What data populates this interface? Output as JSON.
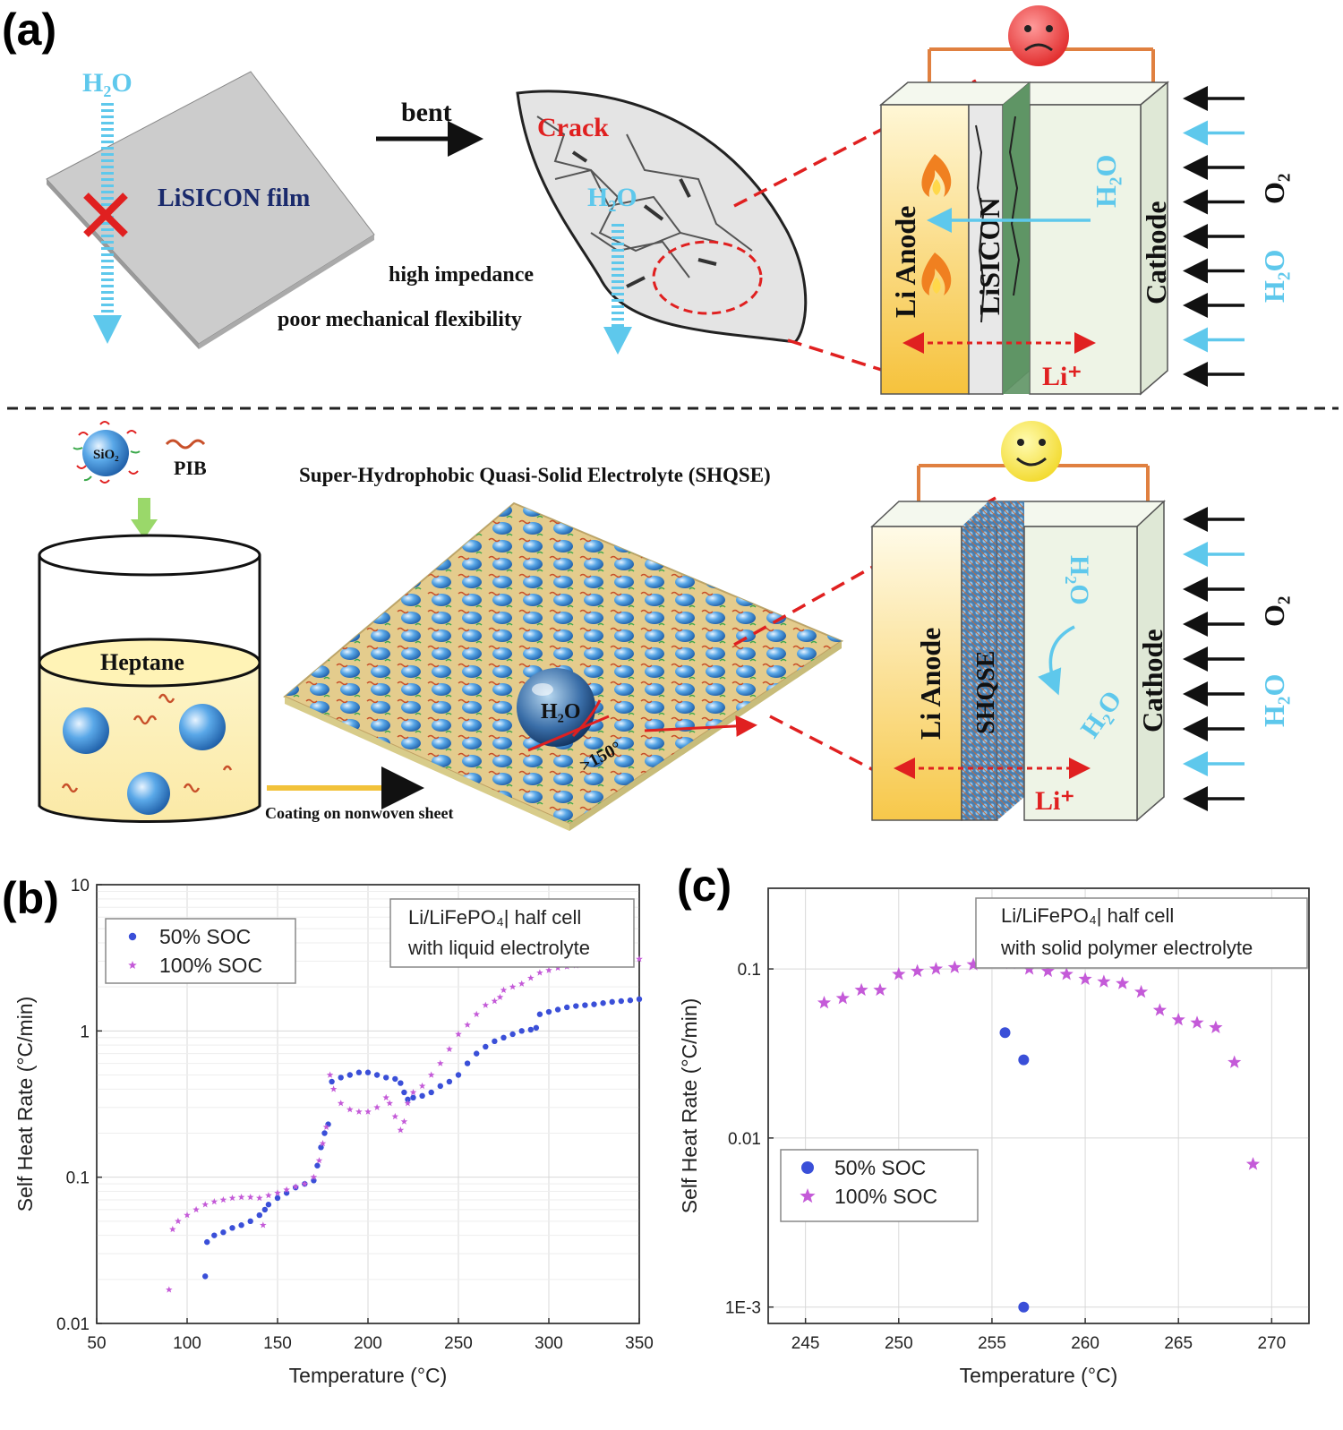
{
  "panel_a": {
    "label": "(a)",
    "top": {
      "film_label": "LiSICON film",
      "bent": "bent",
      "crack": "Crack",
      "h2o": "H₂O",
      "high_impedance": "high impedance",
      "poor_flex": "poor mechanical flexibility",
      "li_anode": "Li Anode",
      "lisicon": "LiSICON",
      "cathode": "Cathode",
      "h2o_cell": "H₂O",
      "li_plus": "Li⁺",
      "o2": "O₂",
      "h2o_side": "H₂O"
    },
    "bottom": {
      "sio2": "SiO₂",
      "pib": "PIB",
      "heptane": "Heptane",
      "title": "Super-Hydrophobic Quasi-Solid Electrolyte (SHQSE)",
      "h2o_drop": "H₂O",
      "angle": ">150°",
      "coating": "Coating on nonwoven sheet",
      "li_anode": "Li Anode",
      "shqse": "SHQSE",
      "cathode": "Cathode",
      "h2o_in": "H₂O",
      "h2o_out": "H₂O",
      "li_plus": "Li⁺",
      "o2": "O₂",
      "h2o_side": "H₂O"
    }
  },
  "panel_b": {
    "label": "(b)",
    "annotation": [
      "Li/LiFePO₄| half cell",
      "with liquid electrolyte"
    ]
  },
  "panel_c": {
    "label": "(c)",
    "annotation": [
      "Li/LiFePO₄| half cell",
      "with solid polymer electrolyte"
    ]
  },
  "colors": {
    "blue_series": "#3a4fd8",
    "purple_series": "#c45ad8",
    "h2o_cyan": "#5ec8ec",
    "red": "#e02020",
    "wire": "#e08040"
  },
  "chart_data": [
    {
      "type": "scatter",
      "panel": "b",
      "xlabel": "Temperature (°C)",
      "ylabel": "Self Heat Rate (°C/min)",
      "xlim": [
        50,
        350
      ],
      "ylim": [
        0.01,
        10
      ],
      "yscale": "log",
      "x_ticks": [
        50,
        100,
        150,
        200,
        250,
        300,
        350
      ],
      "y_ticks": [
        {
          "v": 0.01,
          "label": "0.01"
        },
        {
          "v": 0.1,
          "label": "0.1"
        },
        {
          "v": 1,
          "label": "1"
        },
        {
          "v": 10,
          "label": "10"
        }
      ],
      "grid": true,
      "legend": "top-left",
      "series": [
        {
          "name": "50% SOC",
          "color": "#3a4fd8",
          "marker": "circle",
          "points": [
            [
              110,
              0.021
            ],
            [
              111,
              0.036
            ],
            [
              115,
              0.04
            ],
            [
              120,
              0.042
            ],
            [
              125,
              0.045
            ],
            [
              130,
              0.047
            ],
            [
              135,
              0.05
            ],
            [
              140,
              0.055
            ],
            [
              143,
              0.06
            ],
            [
              145,
              0.065
            ],
            [
              150,
              0.072
            ],
            [
              155,
              0.078
            ],
            [
              160,
              0.085
            ],
            [
              165,
              0.09
            ],
            [
              170,
              0.095
            ],
            [
              172,
              0.12
            ],
            [
              174,
              0.16
            ],
            [
              176,
              0.2
            ],
            [
              178,
              0.23
            ],
            [
              180,
              0.45
            ],
            [
              185,
              0.48
            ],
            [
              190,
              0.5
            ],
            [
              195,
              0.52
            ],
            [
              200,
              0.52
            ],
            [
              205,
              0.5
            ],
            [
              210,
              0.48
            ],
            [
              215,
              0.47
            ],
            [
              218,
              0.44
            ],
            [
              220,
              0.38
            ],
            [
              222,
              0.34
            ],
            [
              225,
              0.35
            ],
            [
              230,
              0.36
            ],
            [
              235,
              0.38
            ],
            [
              240,
              0.42
            ],
            [
              245,
              0.45
            ],
            [
              250,
              0.5
            ],
            [
              255,
              0.6
            ],
            [
              260,
              0.7
            ],
            [
              265,
              0.78
            ],
            [
              270,
              0.85
            ],
            [
              275,
              0.9
            ],
            [
              280,
              0.95
            ],
            [
              285,
              1.0
            ],
            [
              290,
              1.02
            ],
            [
              293,
              1.05
            ],
            [
              295,
              1.3
            ],
            [
              300,
              1.35
            ],
            [
              305,
              1.4
            ],
            [
              310,
              1.45
            ],
            [
              315,
              1.48
            ],
            [
              320,
              1.5
            ],
            [
              325,
              1.52
            ],
            [
              330,
              1.55
            ],
            [
              335,
              1.58
            ],
            [
              340,
              1.6
            ],
            [
              345,
              1.62
            ],
            [
              350,
              1.65
            ]
          ]
        },
        {
          "name": "100% SOC",
          "color": "#c45ad8",
          "marker": "star",
          "points": [
            [
              90,
              0.017
            ],
            [
              92,
              0.044
            ],
            [
              95,
              0.05
            ],
            [
              100,
              0.055
            ],
            [
              105,
              0.06
            ],
            [
              110,
              0.065
            ],
            [
              115,
              0.068
            ],
            [
              120,
              0.07
            ],
            [
              125,
              0.072
            ],
            [
              130,
              0.073
            ],
            [
              135,
              0.073
            ],
            [
              140,
              0.072
            ],
            [
              142,
              0.047
            ],
            [
              145,
              0.075
            ],
            [
              150,
              0.078
            ],
            [
              155,
              0.082
            ],
            [
              160,
              0.086
            ],
            [
              165,
              0.09
            ],
            [
              170,
              0.1
            ],
            [
              173,
              0.13
            ],
            [
              175,
              0.17
            ],
            [
              177,
              0.22
            ],
            [
              179,
              0.5
            ],
            [
              181,
              0.4
            ],
            [
              185,
              0.32
            ],
            [
              190,
              0.29
            ],
            [
              195,
              0.28
            ],
            [
              200,
              0.28
            ],
            [
              205,
              0.3
            ],
            [
              210,
              0.35
            ],
            [
              212,
              0.32
            ],
            [
              215,
              0.26
            ],
            [
              218,
              0.21
            ],
            [
              220,
              0.24
            ],
            [
              222,
              0.32
            ],
            [
              225,
              0.38
            ],
            [
              230,
              0.42
            ],
            [
              235,
              0.5
            ],
            [
              240,
              0.6
            ],
            [
              245,
              0.75
            ],
            [
              250,
              0.95
            ],
            [
              255,
              1.1
            ],
            [
              260,
              1.3
            ],
            [
              265,
              1.5
            ],
            [
              270,
              1.6
            ],
            [
              273,
              1.7
            ],
            [
              275,
              1.9
            ],
            [
              280,
              2.0
            ],
            [
              285,
              2.1
            ],
            [
              290,
              2.3
            ],
            [
              295,
              2.5
            ],
            [
              300,
              2.6
            ],
            [
              305,
              2.7
            ],
            [
              310,
              2.75
            ],
            [
              315,
              2.8
            ],
            [
              320,
              2.85
            ],
            [
              325,
              2.9
            ],
            [
              330,
              2.95
            ],
            [
              335,
              3.0
            ],
            [
              340,
              3.0
            ],
            [
              345,
              3.05
            ],
            [
              350,
              3.1
            ]
          ]
        }
      ]
    },
    {
      "type": "scatter",
      "panel": "c",
      "xlabel": "Temperature (°C)",
      "ylabel": "Self Heat Rate (°C/min)",
      "xlim": [
        243,
        272
      ],
      "ylim": [
        0.0008,
        0.3
      ],
      "yscale": "log",
      "x_ticks": [
        245,
        250,
        255,
        260,
        265,
        270
      ],
      "y_ticks": [
        {
          "v": 0.001,
          "label": "1E-3"
        },
        {
          "v": 0.01,
          "label": "0.01"
        },
        {
          "v": 0.1,
          "label": "0.1"
        }
      ],
      "grid": true,
      "legend": "bottom-left",
      "series": [
        {
          "name": "50% SOC",
          "color": "#3a4fd8",
          "marker": "circle",
          "points": [
            [
              255.7,
              0.042
            ],
            [
              256.7,
              0.029
            ],
            [
              256.7,
              0.001
            ]
          ]
        },
        {
          "name": "100% SOC",
          "color": "#c45ad8",
          "marker": "star",
          "points": [
            [
              246,
              0.063
            ],
            [
              247,
              0.067
            ],
            [
              248,
              0.075
            ],
            [
              249,
              0.075
            ],
            [
              250,
              0.093
            ],
            [
              251,
              0.097
            ],
            [
              252,
              0.1
            ],
            [
              253,
              0.102
            ],
            [
              254,
              0.106
            ],
            [
              255,
              0.11
            ],
            [
              256,
              0.108
            ],
            [
              257,
              0.1
            ],
            [
              258,
              0.097
            ],
            [
              259,
              0.093
            ],
            [
              260,
              0.087
            ],
            [
              261,
              0.084
            ],
            [
              262,
              0.082
            ],
            [
              263,
              0.073
            ],
            [
              264,
              0.057
            ],
            [
              265,
              0.05
            ],
            [
              266,
              0.048
            ],
            [
              267,
              0.045
            ],
            [
              268,
              0.028
            ],
            [
              269,
              0.007
            ]
          ]
        }
      ]
    }
  ]
}
